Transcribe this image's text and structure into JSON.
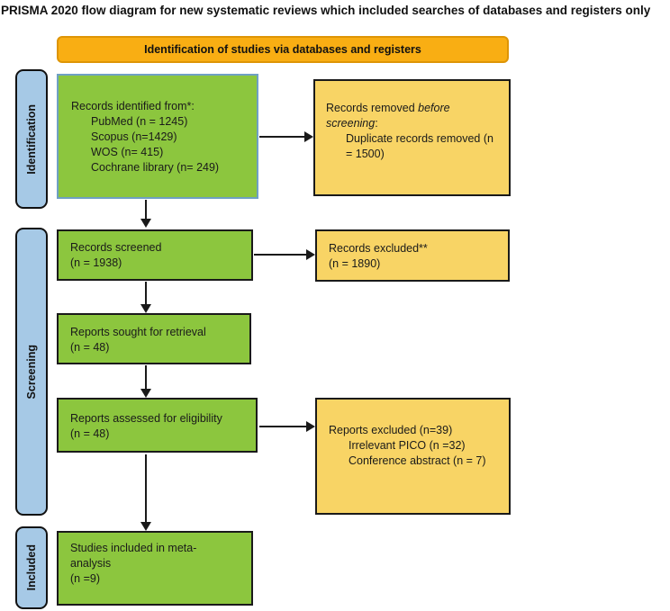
{
  "title": "PRISMA 2020 flow diagram for new systematic reviews which included searches of databases and registers only",
  "banner": {
    "label": "Identification of studies via databases and registers"
  },
  "sidebar": {
    "items": [
      {
        "id": "identification",
        "label": "Identification"
      },
      {
        "id": "screening",
        "label": "Screening"
      },
      {
        "id": "included",
        "label": "Included"
      }
    ]
  },
  "boxes": {
    "records_identified": {
      "lines": [
        {
          "text": "Records identified from*:"
        },
        {
          "text": "PubMed (n = 1245)",
          "indent": true
        },
        {
          "text": "Scopus (n=1429)",
          "indent": true
        },
        {
          "text": "WOS (n= 415)",
          "indent": true
        },
        {
          "text": "Cochrane library (n= 249)",
          "indent": true
        }
      ]
    },
    "records_removed": {
      "lines": [
        {
          "segments": [
            {
              "text": "Records removed "
            },
            {
              "text": "before",
              "italic": true
            }
          ]
        },
        {
          "segments": [
            {
              "text": "screening",
              "italic": true
            },
            {
              "text": ":"
            }
          ]
        },
        {
          "text": "Duplicate records removed (n",
          "indent": true
        },
        {
          "text": "= 1500)",
          "indent": true
        }
      ]
    },
    "records_screened": {
      "lines": [
        {
          "text": "Records screened"
        },
        {
          "text": "(n = 1938)"
        }
      ]
    },
    "records_excluded": {
      "lines": [
        {
          "text": "Records excluded**"
        },
        {
          "text": "(n = 1890)"
        }
      ]
    },
    "reports_sought": {
      "lines": [
        {
          "text": "Reports sought for retrieval"
        },
        {
          "text": "(n = 48)"
        }
      ]
    },
    "reports_assessed": {
      "lines": [
        {
          "text": "Reports assessed for eligibility"
        },
        {
          "text": "(n = 48)"
        }
      ]
    },
    "reports_excluded": {
      "lines": [
        {
          "text": "Reports excluded (n=39)"
        },
        {
          "text": "Irrelevant PICO (n =32)",
          "indent": true
        },
        {
          "text": "Conference abstract (n = 7)",
          "indent": true
        }
      ]
    },
    "studies_included": {
      "lines": [
        {
          "text": "Studies included in meta-"
        },
        {
          "text": "analysis"
        },
        {
          "text": "(n =9)"
        }
      ]
    }
  },
  "colors": {
    "banner": "#F9AE13",
    "banner_border": "#DE9506",
    "green": "#8CC63E",
    "yellow": "#F8D465",
    "sidebar_blue": "#A6C9E6",
    "box1_border": "#6FA0C4"
  }
}
